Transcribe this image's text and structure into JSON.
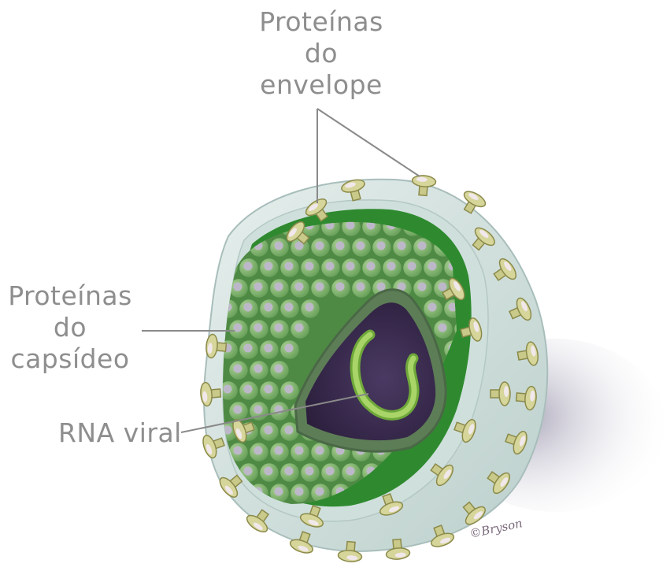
{
  "labels": {
    "envelope_proteins": [
      "Proteínas",
      "do",
      "envelope"
    ],
    "capsid_proteins": [
      "Proteínas",
      "do",
      "capsídeo"
    ],
    "viral_rna": "RNA viral"
  },
  "signature": "©Bryson",
  "colors": {
    "label_text": "#8e8e8e",
    "leader_line": "#8a8a8a",
    "envelope_outer": "#d9e6e4",
    "envelope_inner": "#c3d6d3",
    "membrane_green": "#2f8a2f",
    "capsomer": "#7fb46a",
    "capsomer_dark": "#4f8a45",
    "capsomer_highlight": "#b9b4c6",
    "core": "#3a2a4e",
    "rna": "#8bc34a",
    "spike": "#c9c98a",
    "spike_outline": "#8b8a4a",
    "shadow": "#c8c4d2"
  }
}
